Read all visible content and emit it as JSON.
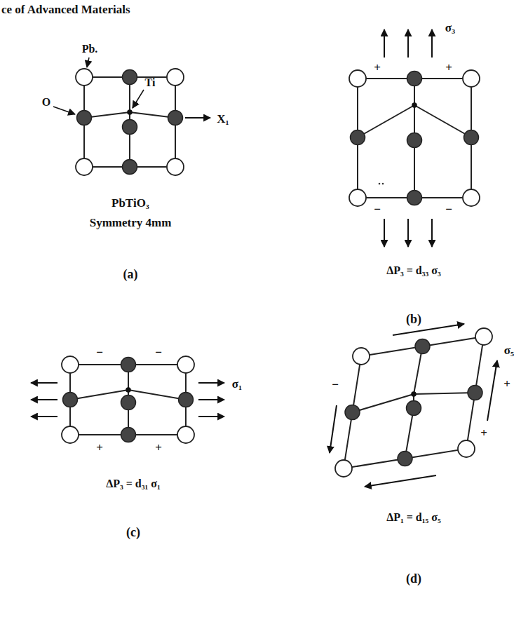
{
  "diagram": {
    "labels": [
      "ce of Advanced Materials",
      "Pb.",
      "O",
      "Ti",
      "X₁",
      "PbTiO₃",
      "Symmetry 4mm",
      "(a)",
      "σ₃",
      "+",
      "+",
      "−",
      "−",
      "ΔP₃ = d₃₃ σ₃",
      "(b)",
      "σ₁",
      "−",
      "−",
      "+",
      "+",
      "ΔP₃ = d₃₁ σ₁",
      "(c)",
      "−",
      "+",
      "+",
      "σ₅",
      "ΔP₁ = d₁₅ σ₅",
      "(d)"
    ]
  }
}
